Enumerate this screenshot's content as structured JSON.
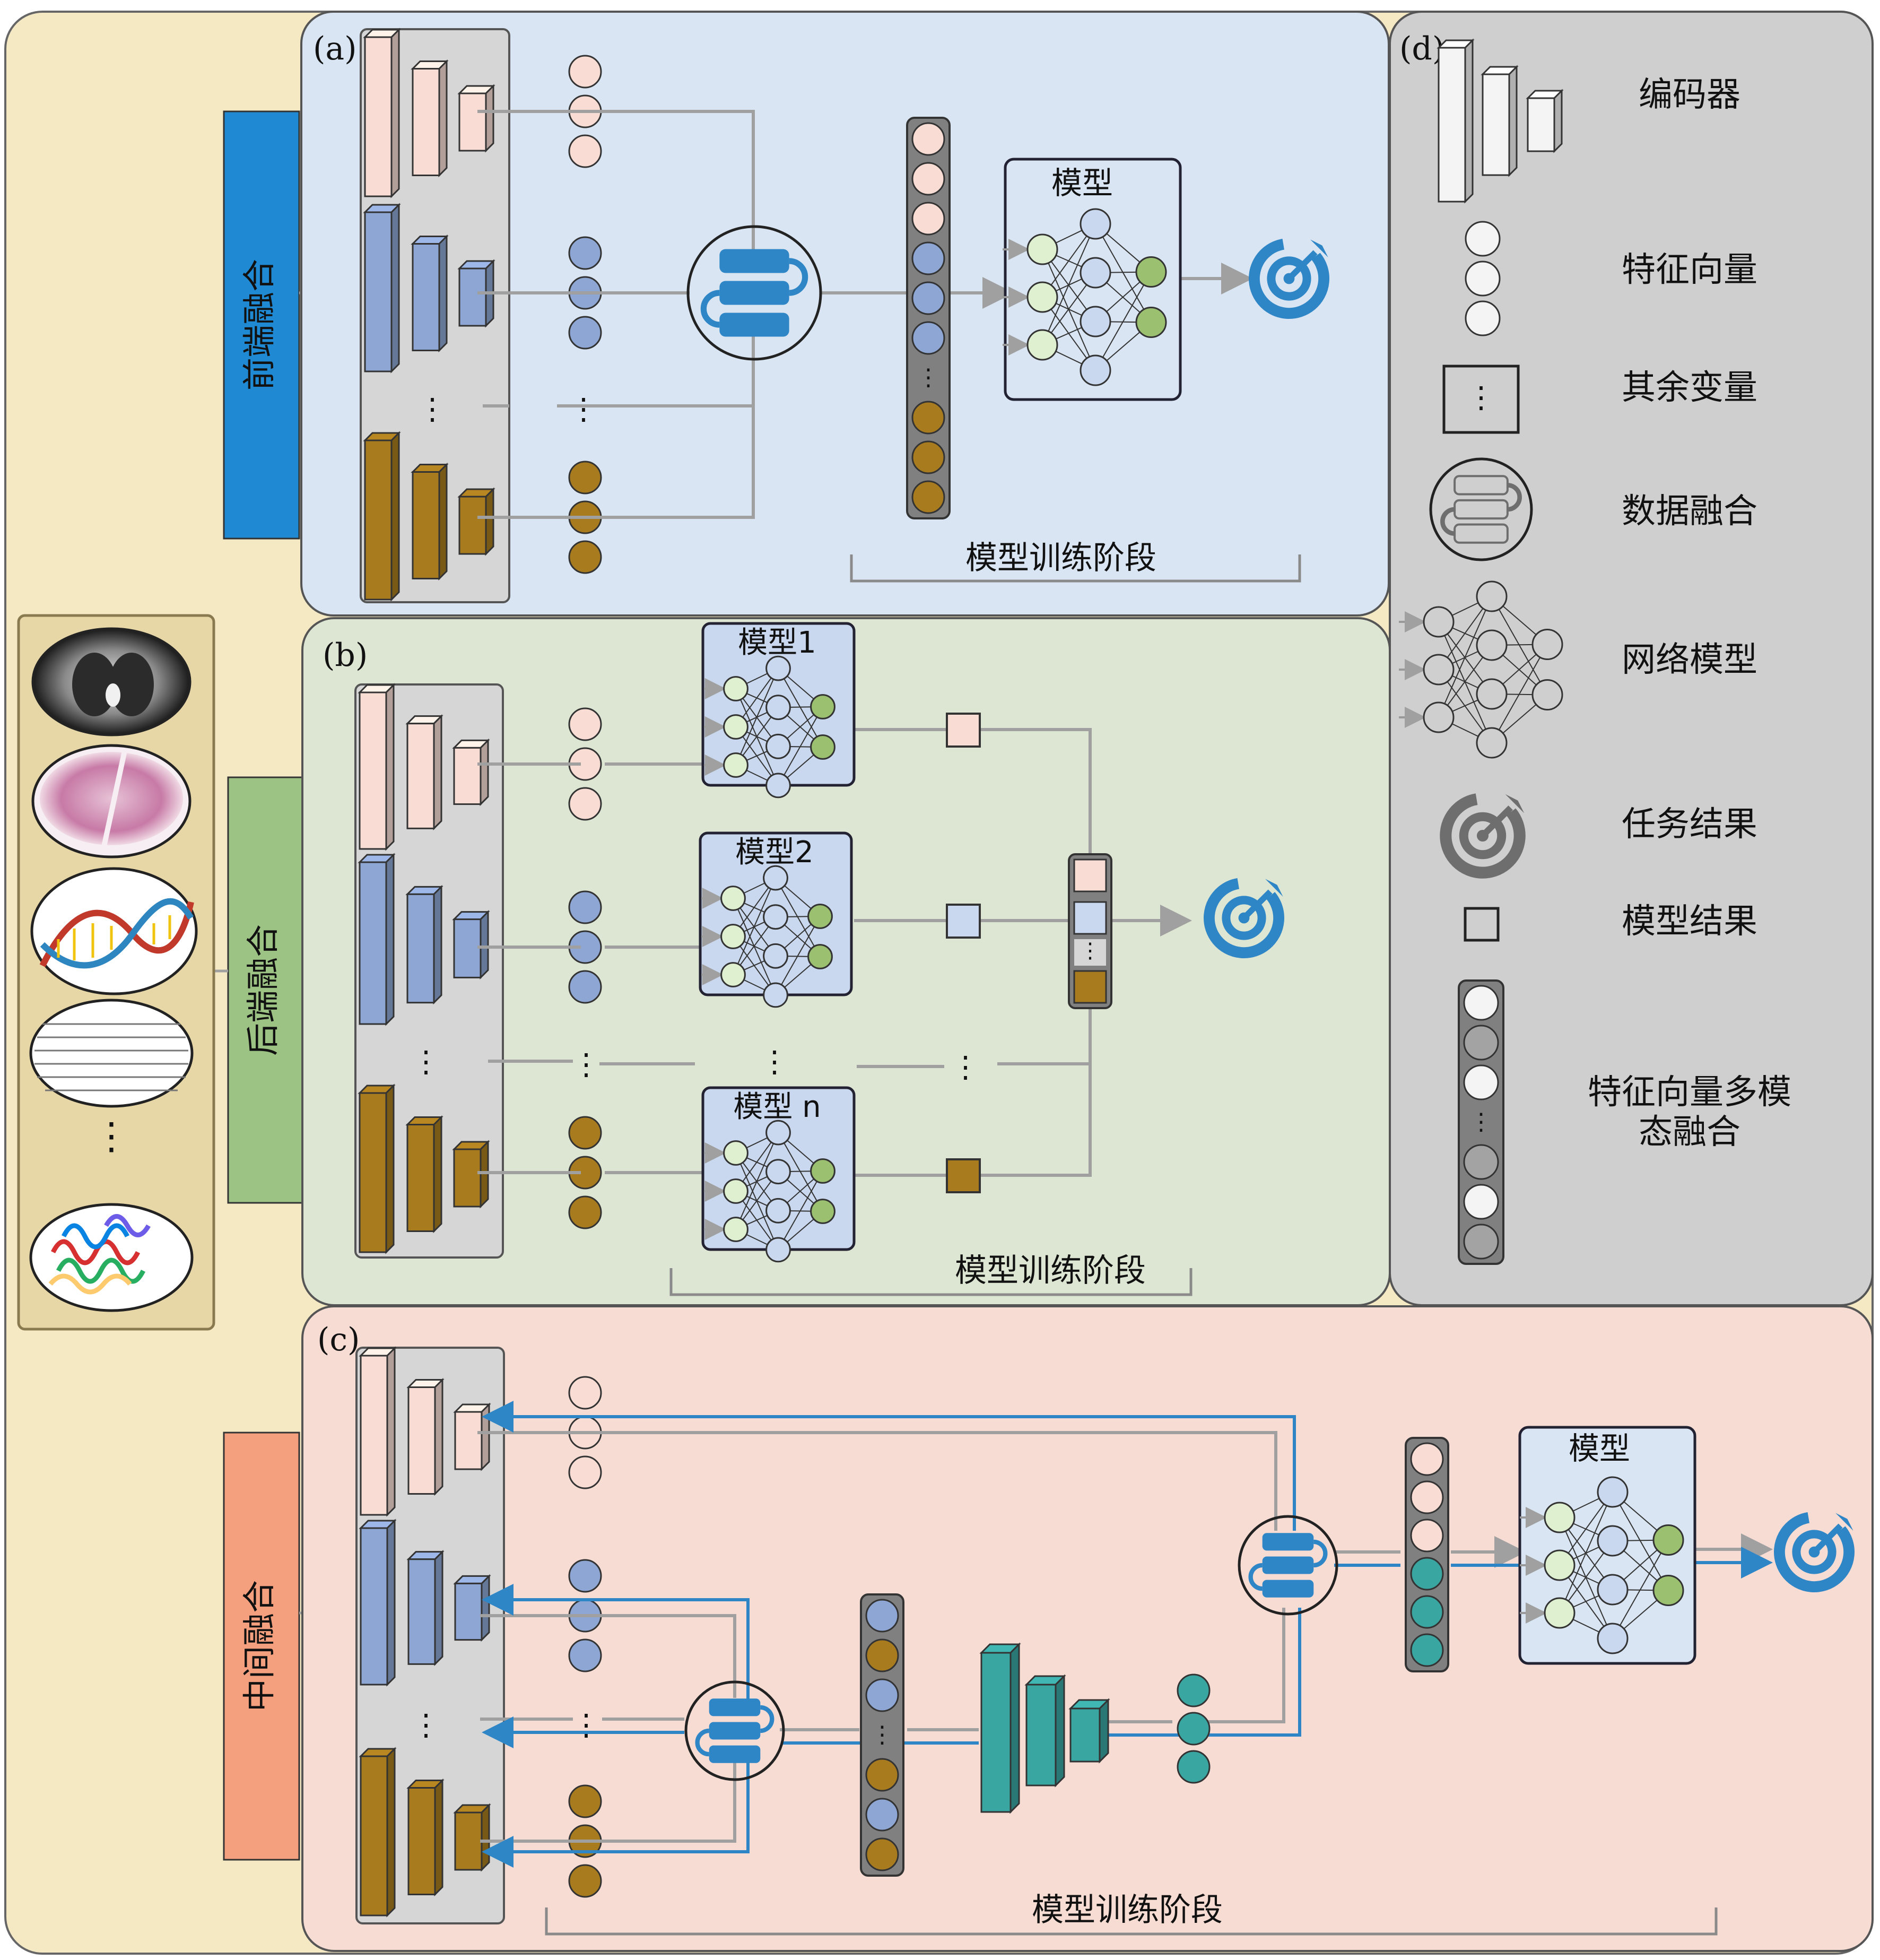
{
  "colors": {
    "outer_bg": "#f5e9c4",
    "panel_a": "#d9e5f2",
    "panel_b": "#dde6d3",
    "panel_c": "#f7dcd3",
    "panel_d": "#cfcfcf",
    "pink": "#f9ddd5",
    "blue": "#8ea6d3",
    "gold": "#a87b1e",
    "teal": "#3aa6a2",
    "accent_blue": "#2f86c6",
    "green_node": "#9bc070",
    "light_green_node": "#dff0d0",
    "light_blue_node": "#c9d8ee",
    "label_blue": "#1f8ad3",
    "label_green": "#9cc383",
    "label_orange": "#f4a07e"
  },
  "sidebar": {
    "labels": {
      "early": "前端融合",
      "late": "后端融合",
      "intermediate": "中间融合"
    },
    "ellipsis": "⋮"
  },
  "panel_a": {
    "tag": "(a)",
    "model_label": "模型",
    "stage_label": "模型训练阶段",
    "ellipsis": "⋮"
  },
  "panel_b": {
    "tag": "(b)",
    "models": [
      "模型1",
      "模型2",
      "模型 n"
    ],
    "stage_label": "模型训练阶段",
    "ellipsis": "⋮"
  },
  "panel_c": {
    "tag": "(c)",
    "model_label": "模型",
    "stage_label": "模型训练阶段",
    "ellipsis": "⋮"
  },
  "legend": {
    "tag": "(d)",
    "items": [
      "编码器",
      "特征向量",
      "其余变量",
      "数据融合",
      "网络模型",
      "任务结果",
      "模型结果"
    ],
    "multimodal_line1": "特征向量多模",
    "multimodal_line2": "态融合",
    "ellipsis": "⋮"
  }
}
